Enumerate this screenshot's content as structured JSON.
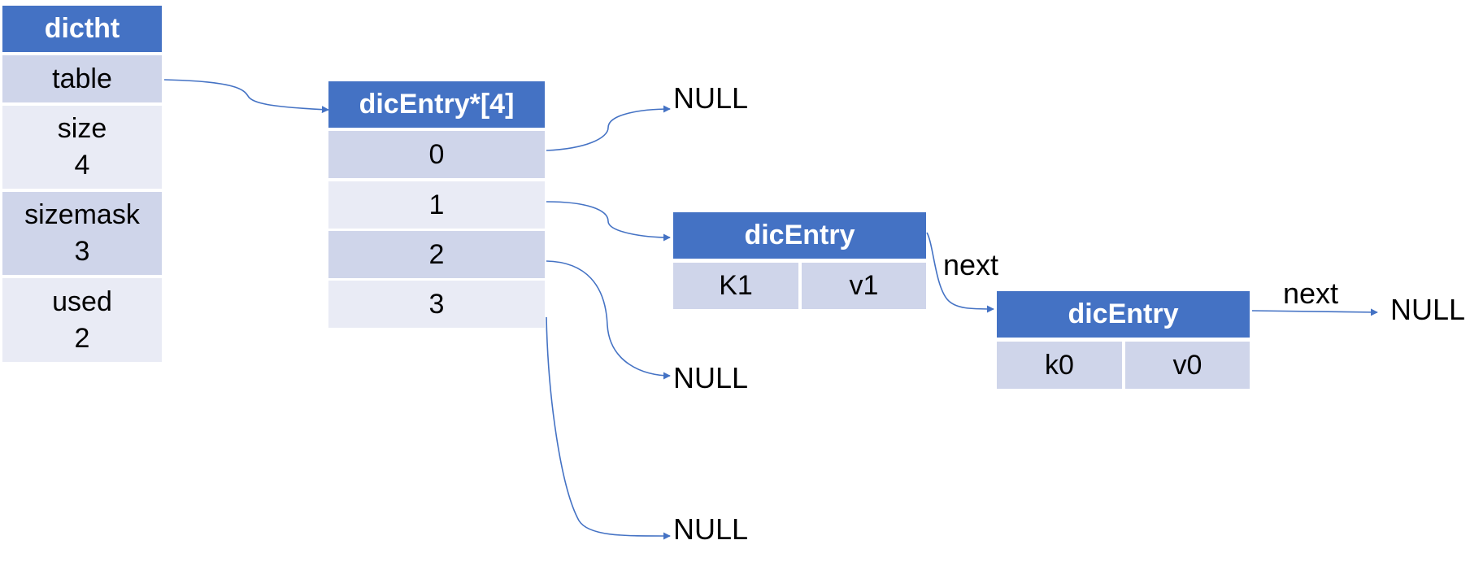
{
  "dictht": {
    "title": "dictht",
    "fields": [
      {
        "name": "table"
      },
      {
        "name": "size",
        "value": "4"
      },
      {
        "name": "sizemask",
        "value": "3"
      },
      {
        "name": "used",
        "value": "2"
      }
    ]
  },
  "table_array": {
    "title": "dicEntry*[4]",
    "slots": [
      "0",
      "1",
      "2",
      "3"
    ]
  },
  "entry_1": {
    "title": "dicEntry",
    "key": "K1",
    "value": "v1"
  },
  "entry_0": {
    "title": "dicEntry",
    "key": "k0",
    "value": "v0"
  },
  "labels": {
    "null": "NULL",
    "next": "next"
  },
  "colors": {
    "header": "#4472c4",
    "cell_dark": "#cfd5ea",
    "cell_light": "#e9ebf5",
    "connector": "#4472c4"
  }
}
